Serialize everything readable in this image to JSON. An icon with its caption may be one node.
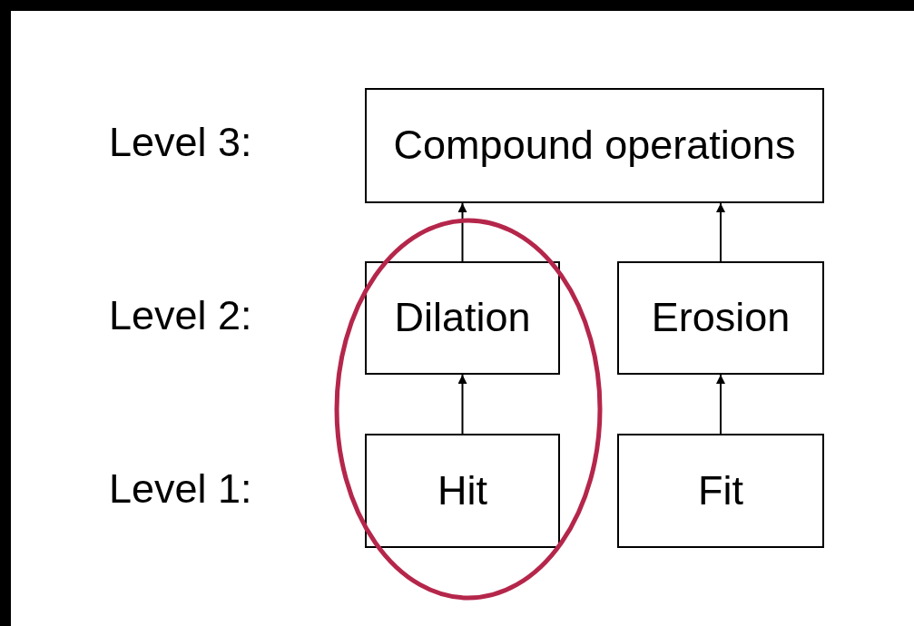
{
  "diagram": {
    "nodes": [
      {
        "text": [
          "Compound operations"
        ]
      },
      {
        "text": [
          "Dilation"
        ]
      },
      {
        "text": [
          "Erosion"
        ]
      },
      {
        "text": [
          "Hit"
        ]
      },
      {
        "text": [
          "Fit"
        ]
      }
    ],
    "edges": [
      {
        "from": 1,
        "to": 0,
        "arrow": "to"
      },
      {
        "from": 2,
        "to": 0,
        "arrow": "to"
      },
      {
        "from": 3,
        "to": 1,
        "arrow": "to"
      },
      {
        "from": 4,
        "to": 2,
        "arrow": "to"
      }
    ],
    "labels": [
      "Level 3:",
      "Level 2:",
      "Level 1:"
    ]
  }
}
